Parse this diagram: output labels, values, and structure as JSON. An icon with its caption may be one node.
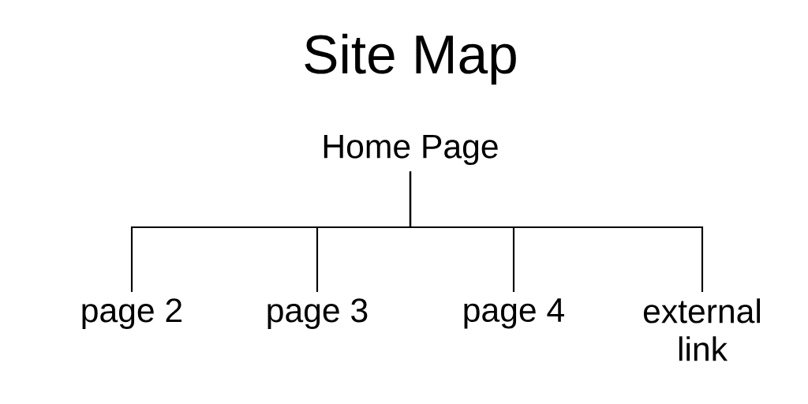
{
  "diagram": {
    "title": "Site Map",
    "nodes": [
      {
        "text": [
          "Home Page"
        ]
      },
      {
        "text": [
          "page 2"
        ]
      },
      {
        "text": [
          "page 3"
        ]
      },
      {
        "text": [
          "page 4"
        ]
      },
      {
        "text": [
          "external link"
        ]
      }
    ],
    "edges": [
      {
        "from": 0,
        "to": 1,
        "arrow": "none"
      },
      {
        "from": 0,
        "to": 2,
        "arrow": "none"
      },
      {
        "from": 0,
        "to": 3,
        "arrow": "none"
      },
      {
        "from": 0,
        "to": 4,
        "arrow": "none"
      }
    ]
  }
}
